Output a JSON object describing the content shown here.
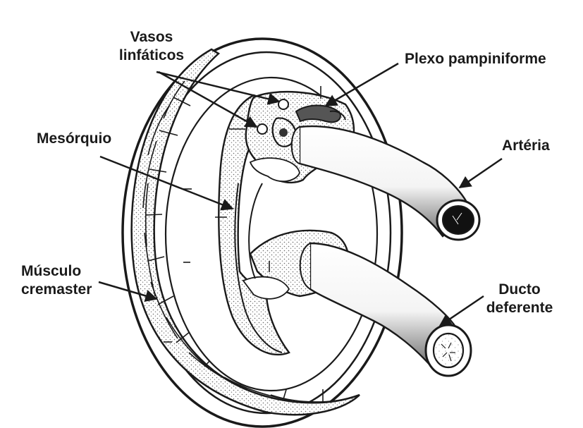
{
  "diagram": {
    "labels": {
      "vasos": [
        "Vasos",
        "linfáticos"
      ],
      "plexo": "Plexo pampiniforme",
      "mesorquio": "Mesórquio",
      "arteria": "Artéria",
      "musculo": [
        "Músculo",
        "cremaster"
      ],
      "ducto": [
        "Ducto",
        "deferente"
      ]
    },
    "colors": {
      "ink": "#1a1a1a",
      "stipple": "#8a8a8a",
      "background": "#ffffff"
    }
  }
}
